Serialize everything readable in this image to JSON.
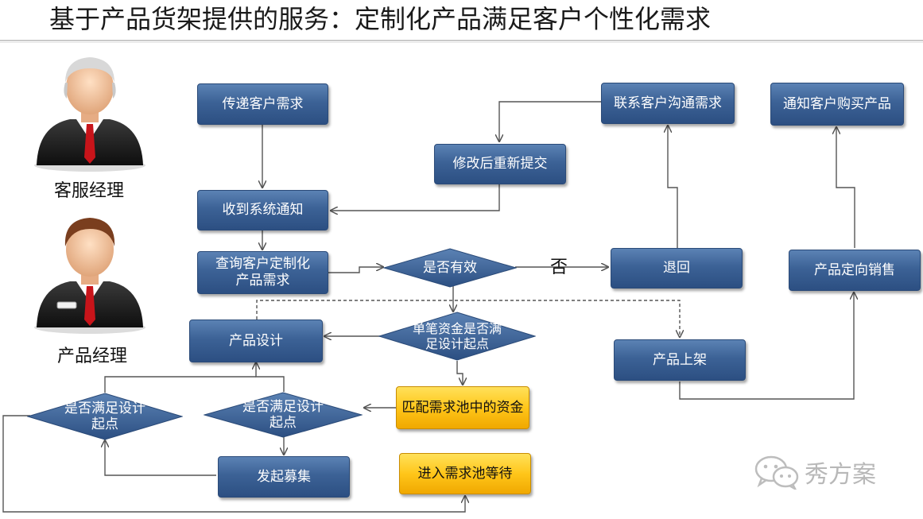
{
  "title": "基于产品货架提供的服务：定制化产品满足客户个性化需求",
  "roles": {
    "service_manager": "客服经理",
    "product_manager": "产品经理"
  },
  "nodes": {
    "pass_demand": "传递客户需求",
    "receive_notice": "收到系统通知",
    "query_demand": "查询客户定制化产品需求",
    "product_design": "产品设计",
    "modify_resubmit": "修改后重新提交",
    "contact_customer": "联系客户沟通需求",
    "notify_buy": "通知客户购买产品",
    "reject_back": "退回",
    "targeted_sale": "产品定向销售",
    "product_listing": "产品上架",
    "match_pool": "匹配需求池中的资金",
    "enter_pool_wait": "进入需求池等待",
    "launch_raise": "发起募集"
  },
  "decisions": {
    "is_valid": "是否有效",
    "single_fund_meets": "单笔资金是否满足设计起点",
    "meets_start_1": "是否满足设计起点",
    "meets_start_2": "是否满足设计起点"
  },
  "edge_labels": {
    "no": "否"
  },
  "watermark": {
    "text": "秀方案",
    "icon": "wechat-icon"
  },
  "colors": {
    "node_blue": "#3c6296",
    "node_yellow": "#ffc61a",
    "line": "#555555"
  }
}
